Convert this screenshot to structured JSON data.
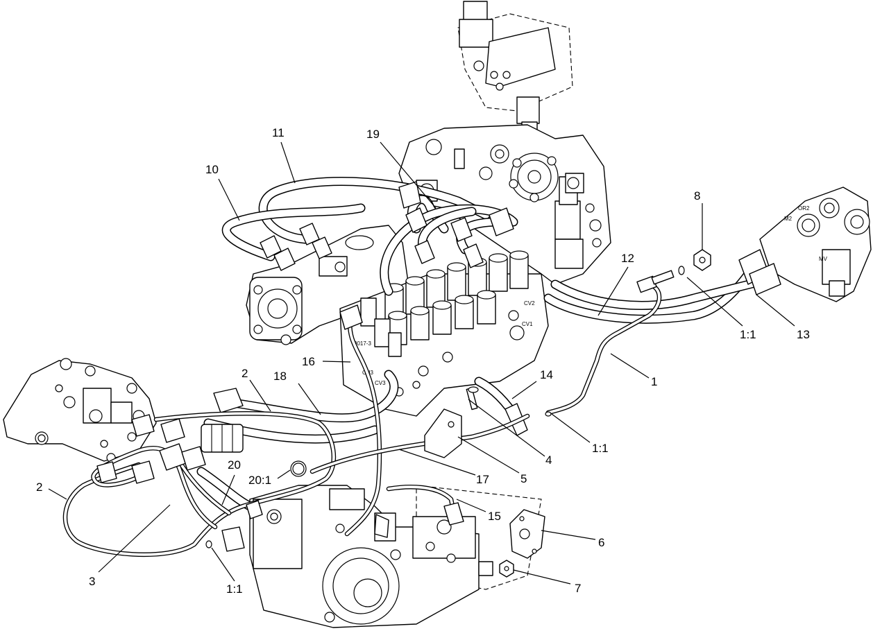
{
  "callouts": [
    {
      "id": "c1",
      "text": "1"
    },
    {
      "id": "c2a",
      "text": "2"
    },
    {
      "id": "c2b",
      "text": "2"
    },
    {
      "id": "c3",
      "text": "3"
    },
    {
      "id": "c4",
      "text": "4"
    },
    {
      "id": "c5",
      "text": "5"
    },
    {
      "id": "c6",
      "text": "6"
    },
    {
      "id": "c7",
      "text": "7"
    },
    {
      "id": "c8",
      "text": "8"
    },
    {
      "id": "c10",
      "text": "10"
    },
    {
      "id": "c11",
      "text": "11"
    },
    {
      "id": "c12",
      "text": "12"
    },
    {
      "id": "c13",
      "text": "13"
    },
    {
      "id": "c14",
      "text": "14"
    },
    {
      "id": "c15",
      "text": "15"
    },
    {
      "id": "c16",
      "text": "16"
    },
    {
      "id": "c17",
      "text": "17"
    },
    {
      "id": "c18",
      "text": "18"
    },
    {
      "id": "c19",
      "text": "19"
    },
    {
      "id": "c20",
      "text": "20"
    },
    {
      "id": "c20r",
      "text": "20:1"
    },
    {
      "id": "c11a",
      "text": "1:1"
    },
    {
      "id": "c11b",
      "text": "1:1"
    },
    {
      "id": "c11c",
      "text": "1:1"
    }
  ],
  "stamps": {
    "cv1": "CV1",
    "cv2": "CV2",
    "cv3": "CV3",
    "ch3": "CH3",
    "m2": "M2",
    "or2": "OR2",
    "mv": "MV",
    "part_no": "9017-3"
  }
}
